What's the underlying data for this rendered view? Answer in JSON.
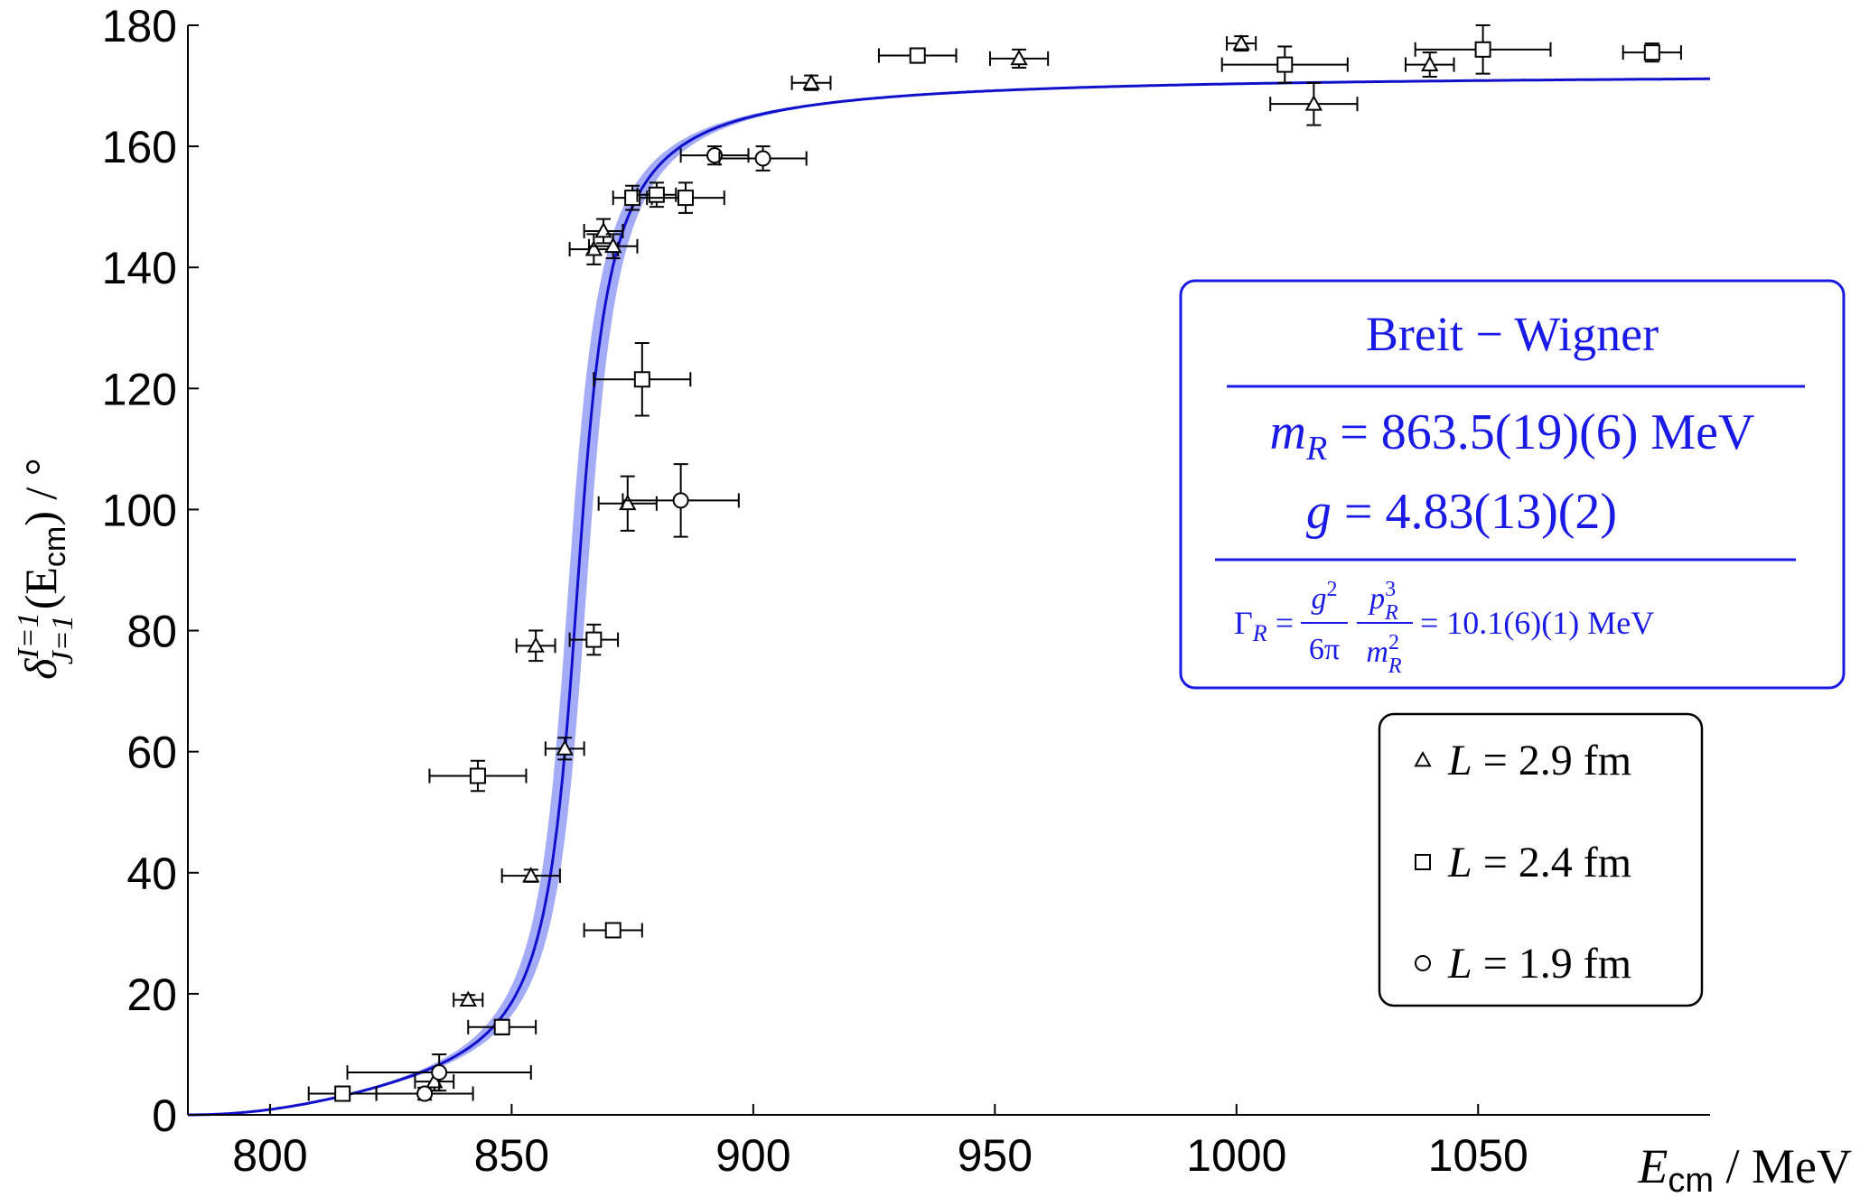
{
  "chart_data": {
    "type": "scatter",
    "x_axis": {
      "label_symbol": "E",
      "label_subscript": "cm",
      "label_unit": " / MeV",
      "range": [
        783,
        1098
      ],
      "ticks": [
        800,
        850,
        900,
        950,
        1000,
        1050
      ]
    },
    "y_axis": {
      "label_symbol": "δ",
      "label_superscript": "I=1",
      "label_subscript": "J=1",
      "label_arg_open": "(E",
      "label_arg_sub": "cm",
      "label_arg_close": ") / °",
      "range": [
        0,
        180
      ],
      "ticks": [
        0,
        20,
        40,
        60,
        80,
        100,
        120,
        140,
        160,
        180
      ]
    },
    "fit": {
      "type": "breit-wigner",
      "m_R": 863.5,
      "g": 4.83,
      "plateau_deg": 172.3,
      "line_color": "#1010cc",
      "band_color": "#4a5af0",
      "box": {
        "title": "Breit − Wigner",
        "line1_lhs": "m",
        "line1_sub": "R",
        "line1_rhs": " = 863.5(19)(6) MeV",
        "line2_lhs": "g",
        "line2_rhs": " = 4.83(13)(2)",
        "line3_lhs": "Γ",
        "line3_sub": "R",
        "line3_eq": " = ",
        "line3_num1": "g",
        "line3_num1_sup": "2",
        "line3_den1": "6π",
        "line3_num2": "p",
        "line3_num2_sup": "3",
        "line3_num2_sub": "R",
        "line3_den2": "m",
        "line3_den2_sup": "2",
        "line3_den2_sub": "R",
        "line3_rhs": " = 10.1(6)(1) MeV"
      }
    },
    "legend": {
      "position": "right",
      "entries": [
        {
          "marker": "triangle",
          "lhs": "L",
          "rhs": " = 2.9 fm"
        },
        {
          "marker": "square",
          "lhs": "L",
          "rhs": " = 2.4 fm"
        },
        {
          "marker": "circle",
          "lhs": "L",
          "rhs": " = 1.9 fm"
        }
      ]
    },
    "series": [
      {
        "marker": "triangle",
        "points": [
          {
            "x": 834,
            "y": 5.5,
            "xerr": 4,
            "yerr": 1.5
          },
          {
            "x": 841,
            "y": 19,
            "xerr": 3,
            "yerr": 0.8
          },
          {
            "x": 854,
            "y": 39.5,
            "xerr": 6,
            "yerr": 1
          },
          {
            "x": 855,
            "y": 77.5,
            "xerr": 4,
            "yerr": 2.5
          },
          {
            "x": 861,
            "y": 60.5,
            "xerr": 4,
            "yerr": 1.8
          },
          {
            "x": 867,
            "y": 143,
            "xerr": 5,
            "yerr": 2.5
          },
          {
            "x": 869,
            "y": 146,
            "xerr": 4,
            "yerr": 2
          },
          {
            "x": 871,
            "y": 143.5,
            "xerr": 5,
            "yerr": 2
          },
          {
            "x": 874,
            "y": 101,
            "xerr": 6,
            "yerr": 4.5
          },
          {
            "x": 912,
            "y": 170.5,
            "xerr": 4,
            "yerr": 1.2
          },
          {
            "x": 955,
            "y": 174.5,
            "xerr": 6,
            "yerr": 1.5
          },
          {
            "x": 1001,
            "y": 177,
            "xerr": 3,
            "yerr": 1.2
          },
          {
            "x": 1016,
            "y": 167,
            "xerr": 9,
            "yerr": 3.5
          },
          {
            "x": 1040,
            "y": 173.5,
            "xerr": 5,
            "yerr": 2
          }
        ]
      },
      {
        "marker": "square",
        "points": [
          {
            "x": 815,
            "y": 3.5,
            "xerr": 7,
            "yerr": 1
          },
          {
            "x": 843,
            "y": 56,
            "xerr": 10,
            "yerr": 2.5
          },
          {
            "x": 848,
            "y": 14.5,
            "xerr": 7,
            "yerr": 1.2
          },
          {
            "x": 867,
            "y": 78.5,
            "xerr": 5,
            "yerr": 2.5
          },
          {
            "x": 871,
            "y": 30.5,
            "xerr": 6,
            "yerr": 1
          },
          {
            "x": 875,
            "y": 151.5,
            "xerr": 4,
            "yerr": 2
          },
          {
            "x": 877,
            "y": 121.5,
            "xerr": 10,
            "yerr": 6
          },
          {
            "x": 880,
            "y": 152,
            "xerr": 4,
            "yerr": 2
          },
          {
            "x": 886,
            "y": 151.5,
            "xerr": 8,
            "yerr": 2.5
          },
          {
            "x": 934,
            "y": 175,
            "xerr": 8,
            "yerr": 1.2
          },
          {
            "x": 1010,
            "y": 173.5,
            "xerr": 13,
            "yerr": 3
          },
          {
            "x": 1051,
            "y": 176,
            "xerr": 14,
            "yerr": 4
          },
          {
            "x": 1086,
            "y": 175.5,
            "xerr": 6,
            "yerr": 1.5
          }
        ]
      },
      {
        "marker": "circle",
        "points": [
          {
            "x": 832,
            "y": 3.5,
            "xerr": 10,
            "yerr": 1
          },
          {
            "x": 835,
            "y": 7,
            "xerr": 19,
            "yerr": 3
          },
          {
            "x": 885,
            "y": 101.5,
            "xerr": 12,
            "yerr": 6
          },
          {
            "x": 892,
            "y": 158.5,
            "xerr": 7,
            "yerr": 1.5
          },
          {
            "x": 902,
            "y": 158,
            "xerr": 9,
            "yerr": 2
          }
        ]
      }
    ]
  }
}
